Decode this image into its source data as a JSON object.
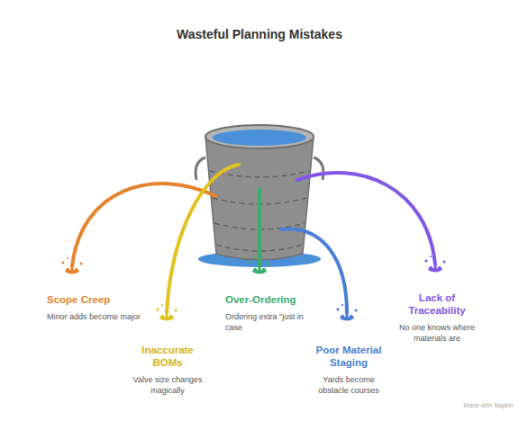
{
  "diagram": {
    "title": "Wasteful Planning Mistakes",
    "nodes": [
      {
        "text": [
          "Scope Creep",
          "Minor adds become major"
        ]
      },
      {
        "text": [
          "Inaccurate BOMs",
          "Valve size changes magically"
        ]
      },
      {
        "text": [
          "Over-Ordering",
          "Ordering extra \"just in case"
        ]
      },
      {
        "text": [
          "Poor Material Staging",
          "Yards become obstacle courses"
        ]
      },
      {
        "text": [
          "Lack of Traceability",
          "No one knows where materials are"
        ]
      }
    ],
    "labels": [
      "Made with Napkin"
    ]
  }
}
